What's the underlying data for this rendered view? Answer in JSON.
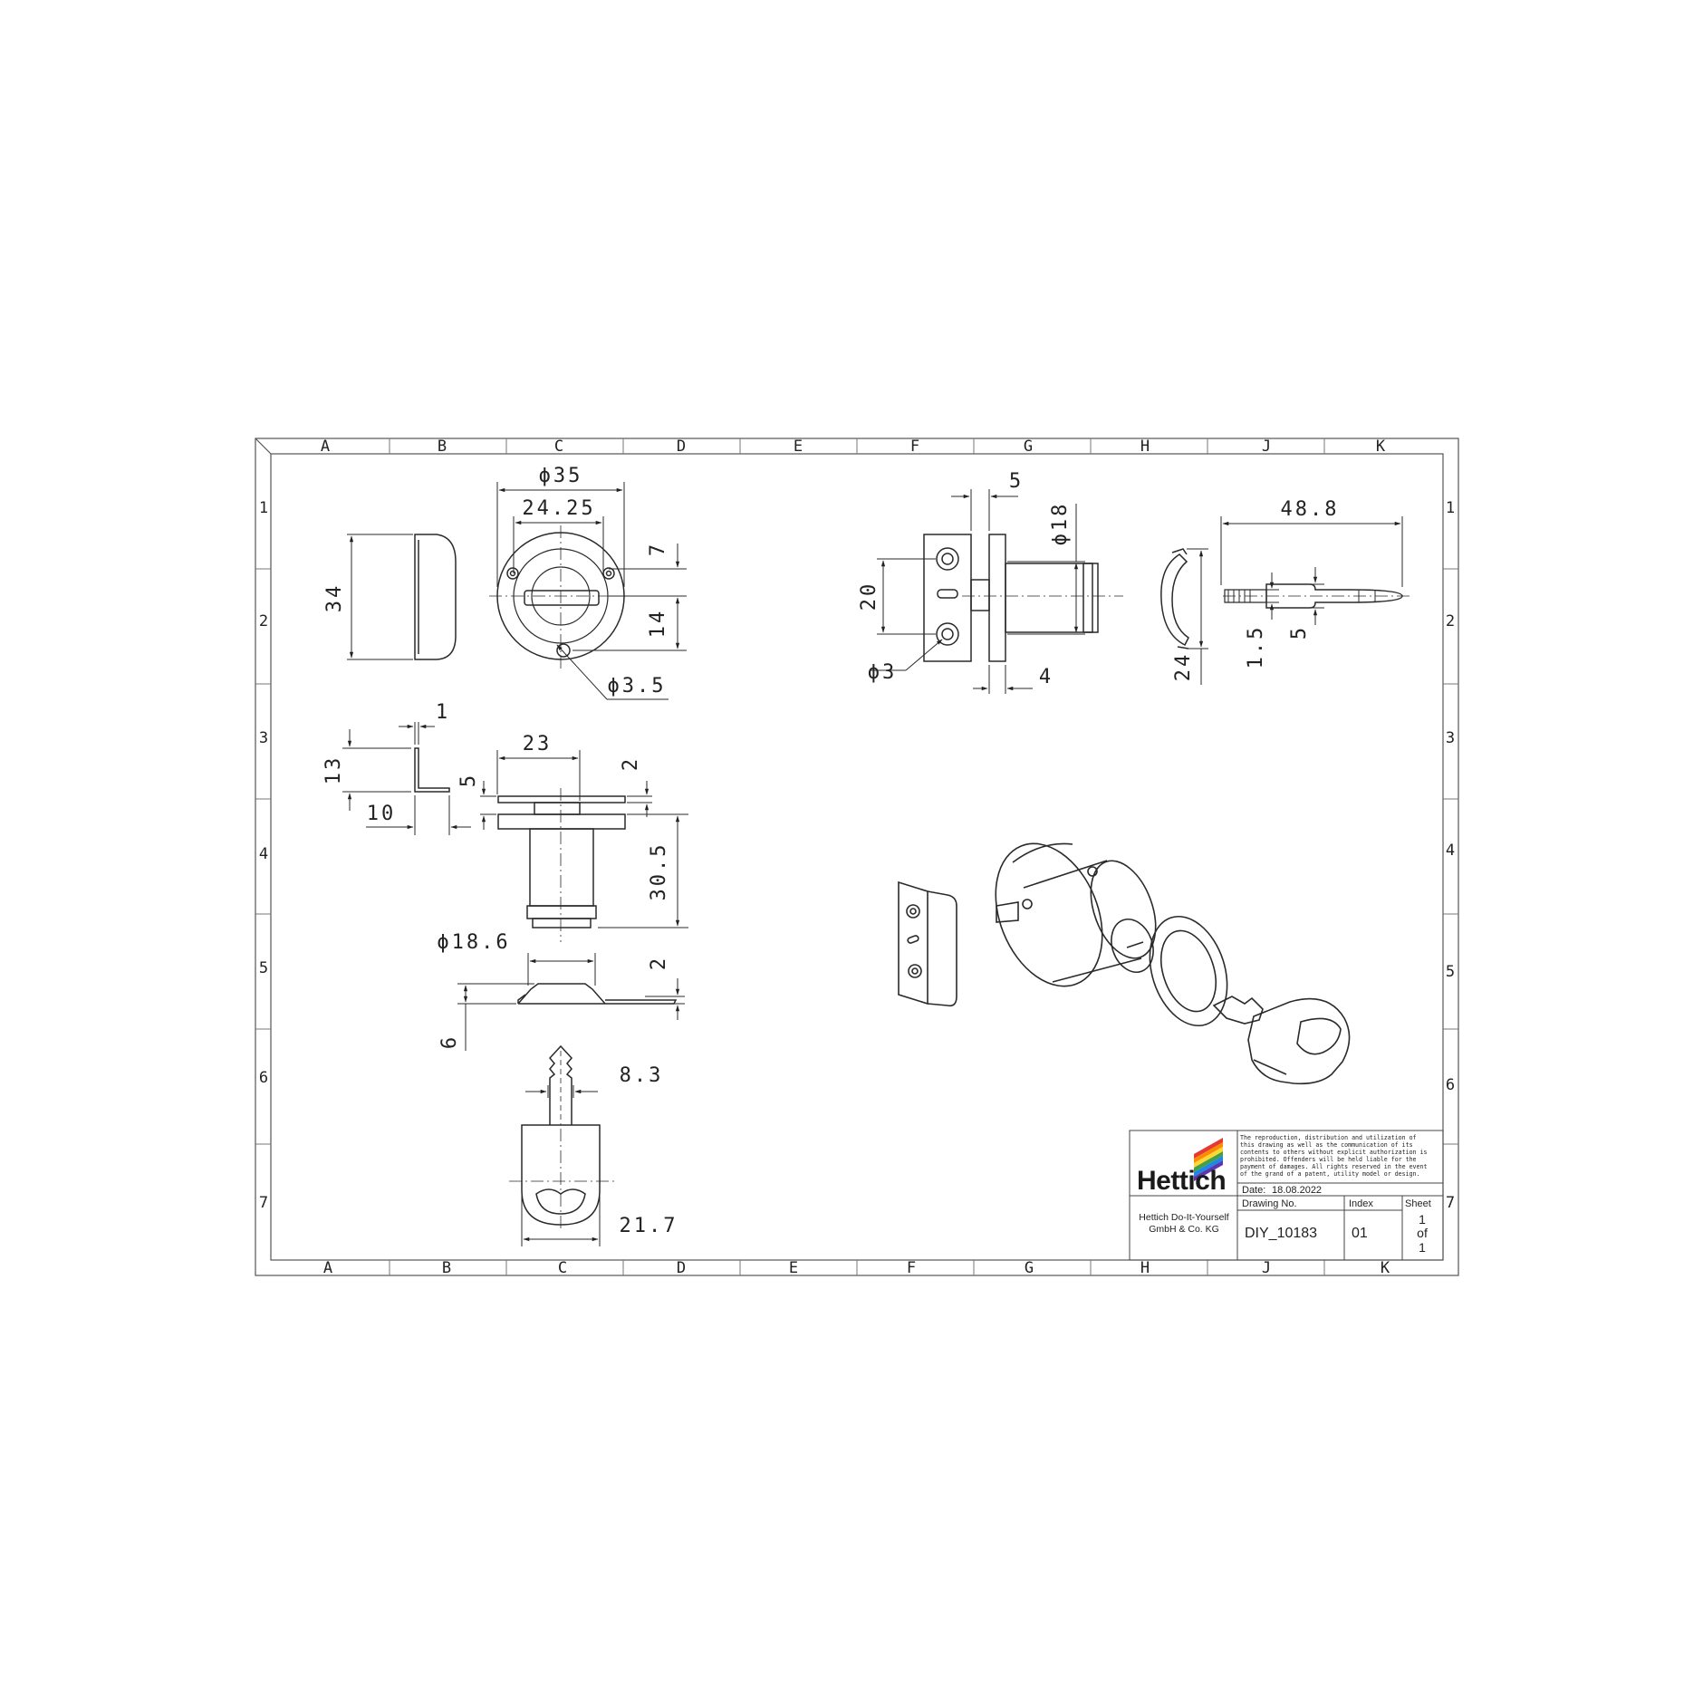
{
  "zones": {
    "columns": [
      "A",
      "B",
      "C",
      "D",
      "E",
      "F",
      "G",
      "H",
      "J",
      "K"
    ],
    "rows": [
      "1",
      "2",
      "3",
      "4",
      "5",
      "6",
      "7"
    ]
  },
  "dimensions": {
    "front_dia_35": "ϕ35",
    "front_width_24_25": "24.25",
    "front_7": "7",
    "front_14": "14",
    "front_hole_dia": "ϕ3.5",
    "cover_height_34": "34",
    "angle_1": "1",
    "angle_13": "13",
    "angle_10": "10",
    "side_23": "23",
    "side_2_top": "2",
    "side_5": "5",
    "side_30_5": "30.5",
    "ring_dia_18_6": "ϕ18.6",
    "ring_2": "2",
    "ring_6": "6",
    "key_8_3": "8.3",
    "key_21_7": "21.7",
    "plate_5": "5",
    "plate_dia_18": "ϕ18",
    "plate_20": "20",
    "plate_hole_dia": "ϕ3",
    "plate_4": "4",
    "profile_24": "24",
    "keyside_48_8": "48.8",
    "keyside_1_5": "1.5",
    "keyside_5": "5"
  },
  "title_block": {
    "brand": "Hettich",
    "notice_lines": [
      "The reproduction, distribution and utilization of",
      "this drawing as well as the communication of its",
      "contents to others without explicit authorization is",
      "prohibited. Offenders will be held liable for the",
      "payment of damages. All rights reserved in the event",
      "of the grand of a patent, utility model or design."
    ],
    "date_label": "Date:",
    "date_value": "18.08.2022",
    "company_line1": "Hettich Do-It-Yourself",
    "company_line2": "GmbH & Co. KG",
    "drawing_no_label": "Drawing No.",
    "drawing_no": "DIY_10183",
    "index_label": "Index",
    "index": "01",
    "sheet_label": "Sheet",
    "sheet_num": "1",
    "sheet_of": "of",
    "sheet_total": "1"
  },
  "colors": {
    "line": "#2a2a2a",
    "brand_stripes": [
      "#e53935",
      "#fb8c00",
      "#fdd835",
      "#43a047",
      "#1e88e5",
      "#5e35b1"
    ]
  }
}
